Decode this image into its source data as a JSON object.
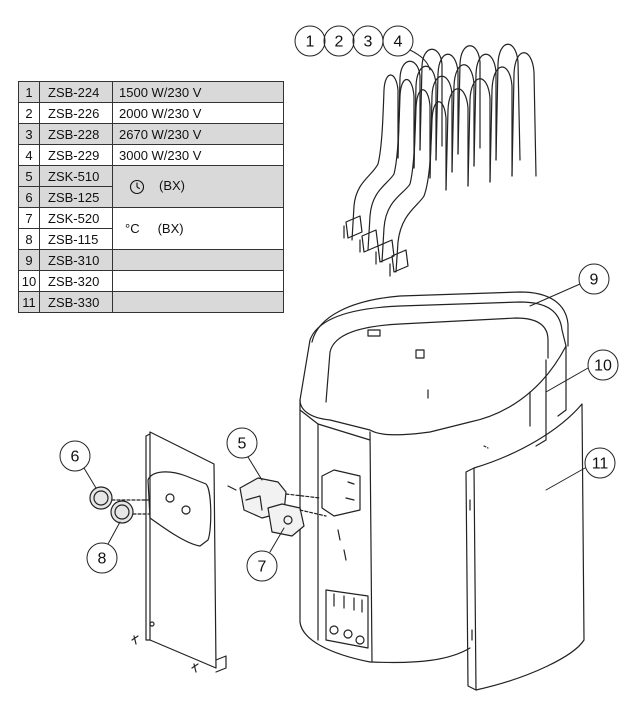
{
  "table": {
    "rows": [
      {
        "num": "1",
        "code": "ZSB-224",
        "desc": "1500 W/230 V",
        "shade": true
      },
      {
        "num": "2",
        "code": "ZSB-226",
        "desc": "2000 W/230 V",
        "shade": false
      },
      {
        "num": "3",
        "code": "ZSB-228",
        "desc": "2670 W/230 V",
        "shade": true
      },
      {
        "num": "4",
        "code": "ZSB-229",
        "desc": "3000 W/230 V",
        "shade": false
      },
      {
        "num": "5",
        "code": "ZSK-510",
        "shade": true
      },
      {
        "num": "6",
        "code": "ZSB-125",
        "shade": true
      },
      {
        "num": "7",
        "code": "ZSK-520",
        "shade": false
      },
      {
        "num": "8",
        "code": "ZSB-115",
        "shade": false
      },
      {
        "num": "9",
        "code": "ZSB-310",
        "desc": "",
        "shade": true
      },
      {
        "num": "10",
        "code": "ZSB-320",
        "desc": "",
        "shade": false
      },
      {
        "num": "11",
        "code": "ZSB-330",
        "desc": "",
        "shade": true
      }
    ],
    "group_timer": {
      "icon": "clock-icon",
      "label": "(BX)"
    },
    "group_thermostat": {
      "symbol": "°C",
      "label": "(BX)"
    }
  },
  "callouts": [
    "1",
    "2",
    "3",
    "4",
    "5",
    "6",
    "7",
    "8",
    "9",
    "10",
    "11"
  ]
}
